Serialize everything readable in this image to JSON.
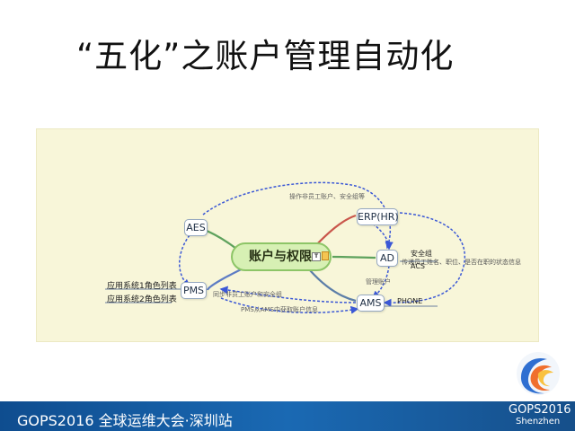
{
  "slide": {
    "title": "“五化”之账户管理自动化"
  },
  "mindmap": {
    "center": "账户与权限",
    "nodes": {
      "aes": "AES",
      "erp": "ERP(HR)",
      "ad": "AD",
      "ams": "AMS",
      "pms": "PMS"
    },
    "edge_labels": {
      "aes_to_erp": "操作非员工账户、安全组等",
      "ad_to_ams": "管理账户",
      "ams_to_pms": "同步非员工账户和安全组",
      "pms_from_ams": "PMS从AMS中获取账户信息"
    },
    "pms_list": [
      "应用系统1角色列表",
      "应用系统2角色列表"
    ],
    "ad_side": {
      "group_label": "安全组",
      "note": "传递员工姓名、职位、是否在职的状态信息",
      "acs_label": "ACS"
    },
    "ams_side": {
      "phone_label": "PHONE"
    }
  },
  "footer": {
    "event_text": "GOPS2016 全球运维大会·深圳站",
    "brand_text": "GOPS2016",
    "city_text": "Shenzhen"
  },
  "colors": {
    "footer_blue": "#1b5fa6",
    "center_green": "#d7f0b4",
    "connector_blue": "#4c6ef5",
    "connector_red": "#c9564b",
    "connector_green": "#5ea25d"
  }
}
